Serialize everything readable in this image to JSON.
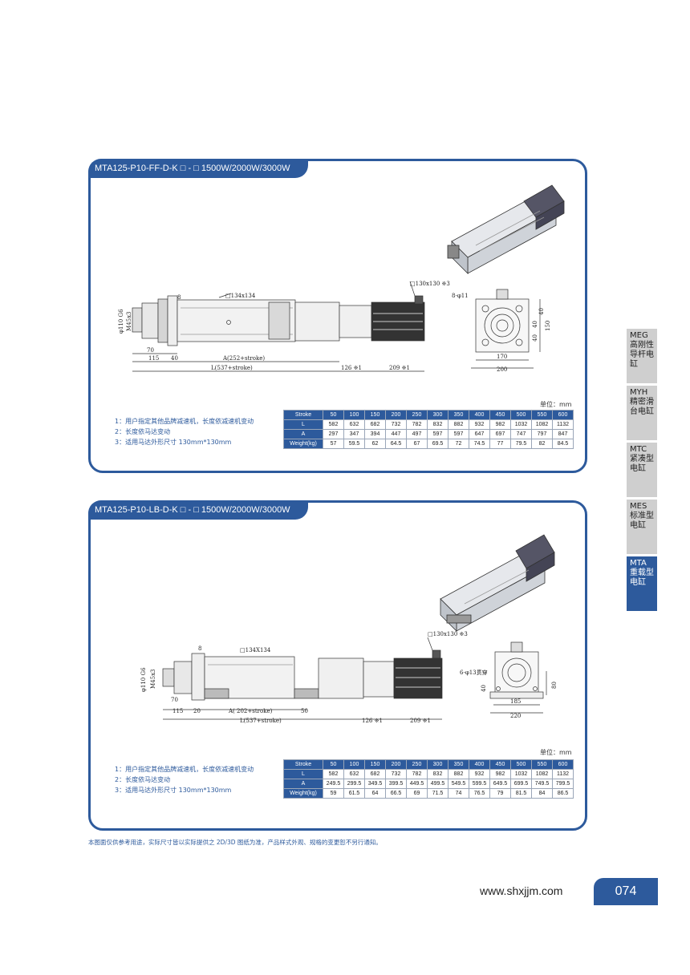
{
  "panel1": {
    "title": "MTA125-P10-FF-D-K □ - □ 1500W/2000W/3000W",
    "dims": {
      "motor_box": "□130x130 ※3",
      "body_box": "□134x134",
      "dim_8": "8",
      "dia": "φ110 G6",
      "dia2": "M45x3",
      "d70": "70",
      "d115": "115",
      "d40": "40",
      "dA": "A(252+stroke)",
      "dL": "L(537+stroke)",
      "d126": "126 ※1",
      "d209": "209 ※1",
      "holes": "8-φ11",
      "d170": "170",
      "d200": "200",
      "d150": "150",
      "d40a": "40",
      "d40b": "40",
      "d40c": "40"
    },
    "unit": "单位：mm",
    "notes": [
      "1：用户指定其他品牌减速机，长度依减速机变动",
      "2：长度依马达变动",
      "3：适用马达外形尺寸 130mm*130mm"
    ],
    "table": {
      "headers": [
        "Stroke",
        "50",
        "100",
        "150",
        "200",
        "250",
        "300",
        "350",
        "400",
        "450",
        "500",
        "550",
        "600"
      ],
      "rows": [
        [
          "L",
          "582",
          "632",
          "682",
          "732",
          "782",
          "832",
          "882",
          "932",
          "982",
          "1032",
          "1082",
          "1132"
        ],
        [
          "A",
          "297",
          "347",
          "394",
          "447",
          "497",
          "597",
          "597",
          "647",
          "697",
          "747",
          "797",
          "847"
        ],
        [
          "Weight(kg)",
          "57",
          "59.5",
          "62",
          "64.5",
          "67",
          "69.5",
          "72",
          "74.5",
          "77",
          "79.5",
          "82",
          "84.5"
        ]
      ]
    }
  },
  "panel2": {
    "title": "MTA125-P10-LB-D-K □ - □ 1500W/2000W/3000W",
    "dims": {
      "motor_box": "□130x130 ※3",
      "body_box": "□134X134",
      "dim_8": "8",
      "dia": "φ110 G6",
      "dia2": "M45x3",
      "d70": "70",
      "d115": "115",
      "d20": "20",
      "dA": "A( 202+stroke)",
      "d50": "50",
      "dL": "L(537+stroke)",
      "d126": "126 ※1",
      "d209": "209 ※1",
      "holes": "6-φ13贯穿",
      "d185": "185",
      "d220": "220",
      "d80": "80",
      "d40": "40"
    },
    "unit": "单位：mm",
    "notes": [
      "1：用户指定其他品牌减速机，长度依减速机变动",
      "2：长度依马达变动",
      "3：适用马达外形尺寸 130mm*130mm"
    ],
    "table": {
      "headers": [
        "Stroke",
        "50",
        "100",
        "150",
        "200",
        "250",
        "300",
        "350",
        "400",
        "450",
        "500",
        "550",
        "600"
      ],
      "rows": [
        [
          "L",
          "582",
          "632",
          "682",
          "732",
          "782",
          "832",
          "882",
          "932",
          "982",
          "1032",
          "1082",
          "1132"
        ],
        [
          "A",
          "249.5",
          "299.5",
          "349.5",
          "399.5",
          "449.5",
          "499.5",
          "549.5",
          "599.5",
          "649.5",
          "699.5",
          "749.5",
          "799.5"
        ],
        [
          "Weight(kg)",
          "59",
          "61.5",
          "64",
          "66.5",
          "69",
          "71.5",
          "74",
          "76.5",
          "79",
          "81.5",
          "84",
          "86.5"
        ]
      ]
    }
  },
  "side_tabs": [
    {
      "code": "MEG",
      "name": "高刚性导杆电缸",
      "active": false
    },
    {
      "code": "MYH",
      "name": "精密滑台电缸",
      "active": false
    },
    {
      "code": "MTC",
      "name": "紧凑型电缸",
      "active": false
    },
    {
      "code": "MES",
      "name": "标准型电缸",
      "active": false
    },
    {
      "code": "MTA",
      "name": "重载型电缸",
      "active": true
    }
  ],
  "footnote": "本图面仅供参考用途，实际尺寸皆以实际提供之 2D/3D 图纸为准，产品样式外观、规格的变更恕不另行通知。",
  "website": "www.shxjjm.com",
  "page_number": "074"
}
